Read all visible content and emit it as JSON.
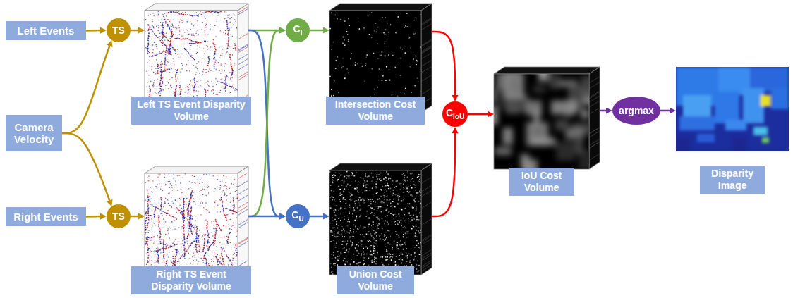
{
  "diagram": {
    "nodes": [
      {
        "text": [
          "Left Events"
        ]
      },
      {
        "text": [
          "Camera Velocity"
        ]
      },
      {
        "text": [
          "Right Events"
        ]
      },
      {
        "text": [
          "TS"
        ]
      },
      {
        "text": [
          "TS"
        ]
      },
      {
        "text": [
          "Left TS Event Disparity Volume"
        ]
      },
      {
        "text": [
          "Right TS Event Disparity Volume"
        ]
      },
      {
        "text": [
          "C",
          "I"
        ]
      },
      {
        "text": [
          "C",
          "U"
        ]
      },
      {
        "text": [
          "Intersection Cost Volume"
        ]
      },
      {
        "text": [
          "Union Cost Volume"
        ]
      },
      {
        "text": [
          "C",
          "IoU"
        ]
      },
      {
        "text": [
          "IoU Cost Volume"
        ]
      },
      {
        "text": [
          "argmax"
        ]
      },
      {
        "text": [
          "Disparity Image"
        ]
      }
    ],
    "edges": [
      {
        "from": 0,
        "to": 3,
        "arrow": "to"
      },
      {
        "from": 1,
        "to": 3,
        "arrow": "to"
      },
      {
        "from": 1,
        "to": 4,
        "arrow": "to"
      },
      {
        "from": 2,
        "to": 4,
        "arrow": "to"
      },
      {
        "from": 3,
        "to": 5,
        "arrow": "to"
      },
      {
        "from": 4,
        "to": 6,
        "arrow": "to"
      },
      {
        "from": 5,
        "to": 7,
        "arrow": "to"
      },
      {
        "from": 5,
        "to": 8,
        "arrow": "to"
      },
      {
        "from": 6,
        "to": 7,
        "arrow": "to"
      },
      {
        "from": 6,
        "to": 8,
        "arrow": "to"
      },
      {
        "from": 7,
        "to": 9,
        "arrow": "to"
      },
      {
        "from": 8,
        "to": 10,
        "arrow": "to"
      },
      {
        "from": 9,
        "to": 11,
        "arrow": "to"
      },
      {
        "from": 10,
        "to": 11,
        "arrow": "to"
      },
      {
        "from": 11,
        "to": 12,
        "arrow": "to"
      },
      {
        "from": 12,
        "to": 13,
        "arrow": "to"
      },
      {
        "from": 13,
        "to": 14,
        "arrow": "to"
      }
    ]
  }
}
